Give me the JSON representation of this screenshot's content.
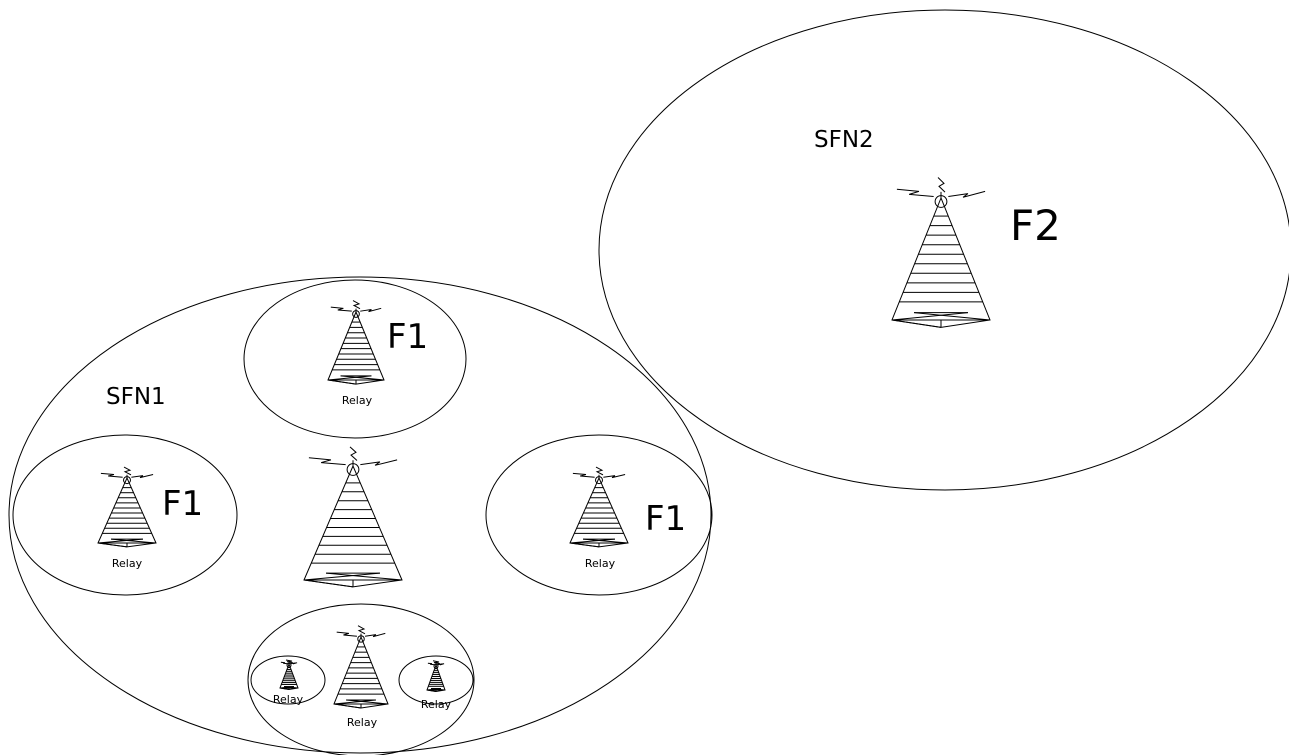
{
  "network_labels": {
    "sfn2": "SFN2",
    "sfn1": "SFN1"
  },
  "frequency_labels": {
    "f2": "F2",
    "f1_top": "F1",
    "f1_left": "F1",
    "f1_right": "F1"
  },
  "relay_labels": {
    "top": "Relay",
    "left": "Relay",
    "right": "Relay",
    "bottom": "Relay",
    "bottom_small_left": "Relay",
    "bottom_small_right": "Relay"
  },
  "colors": {
    "stroke": "#000000",
    "background": "#ffffff"
  }
}
